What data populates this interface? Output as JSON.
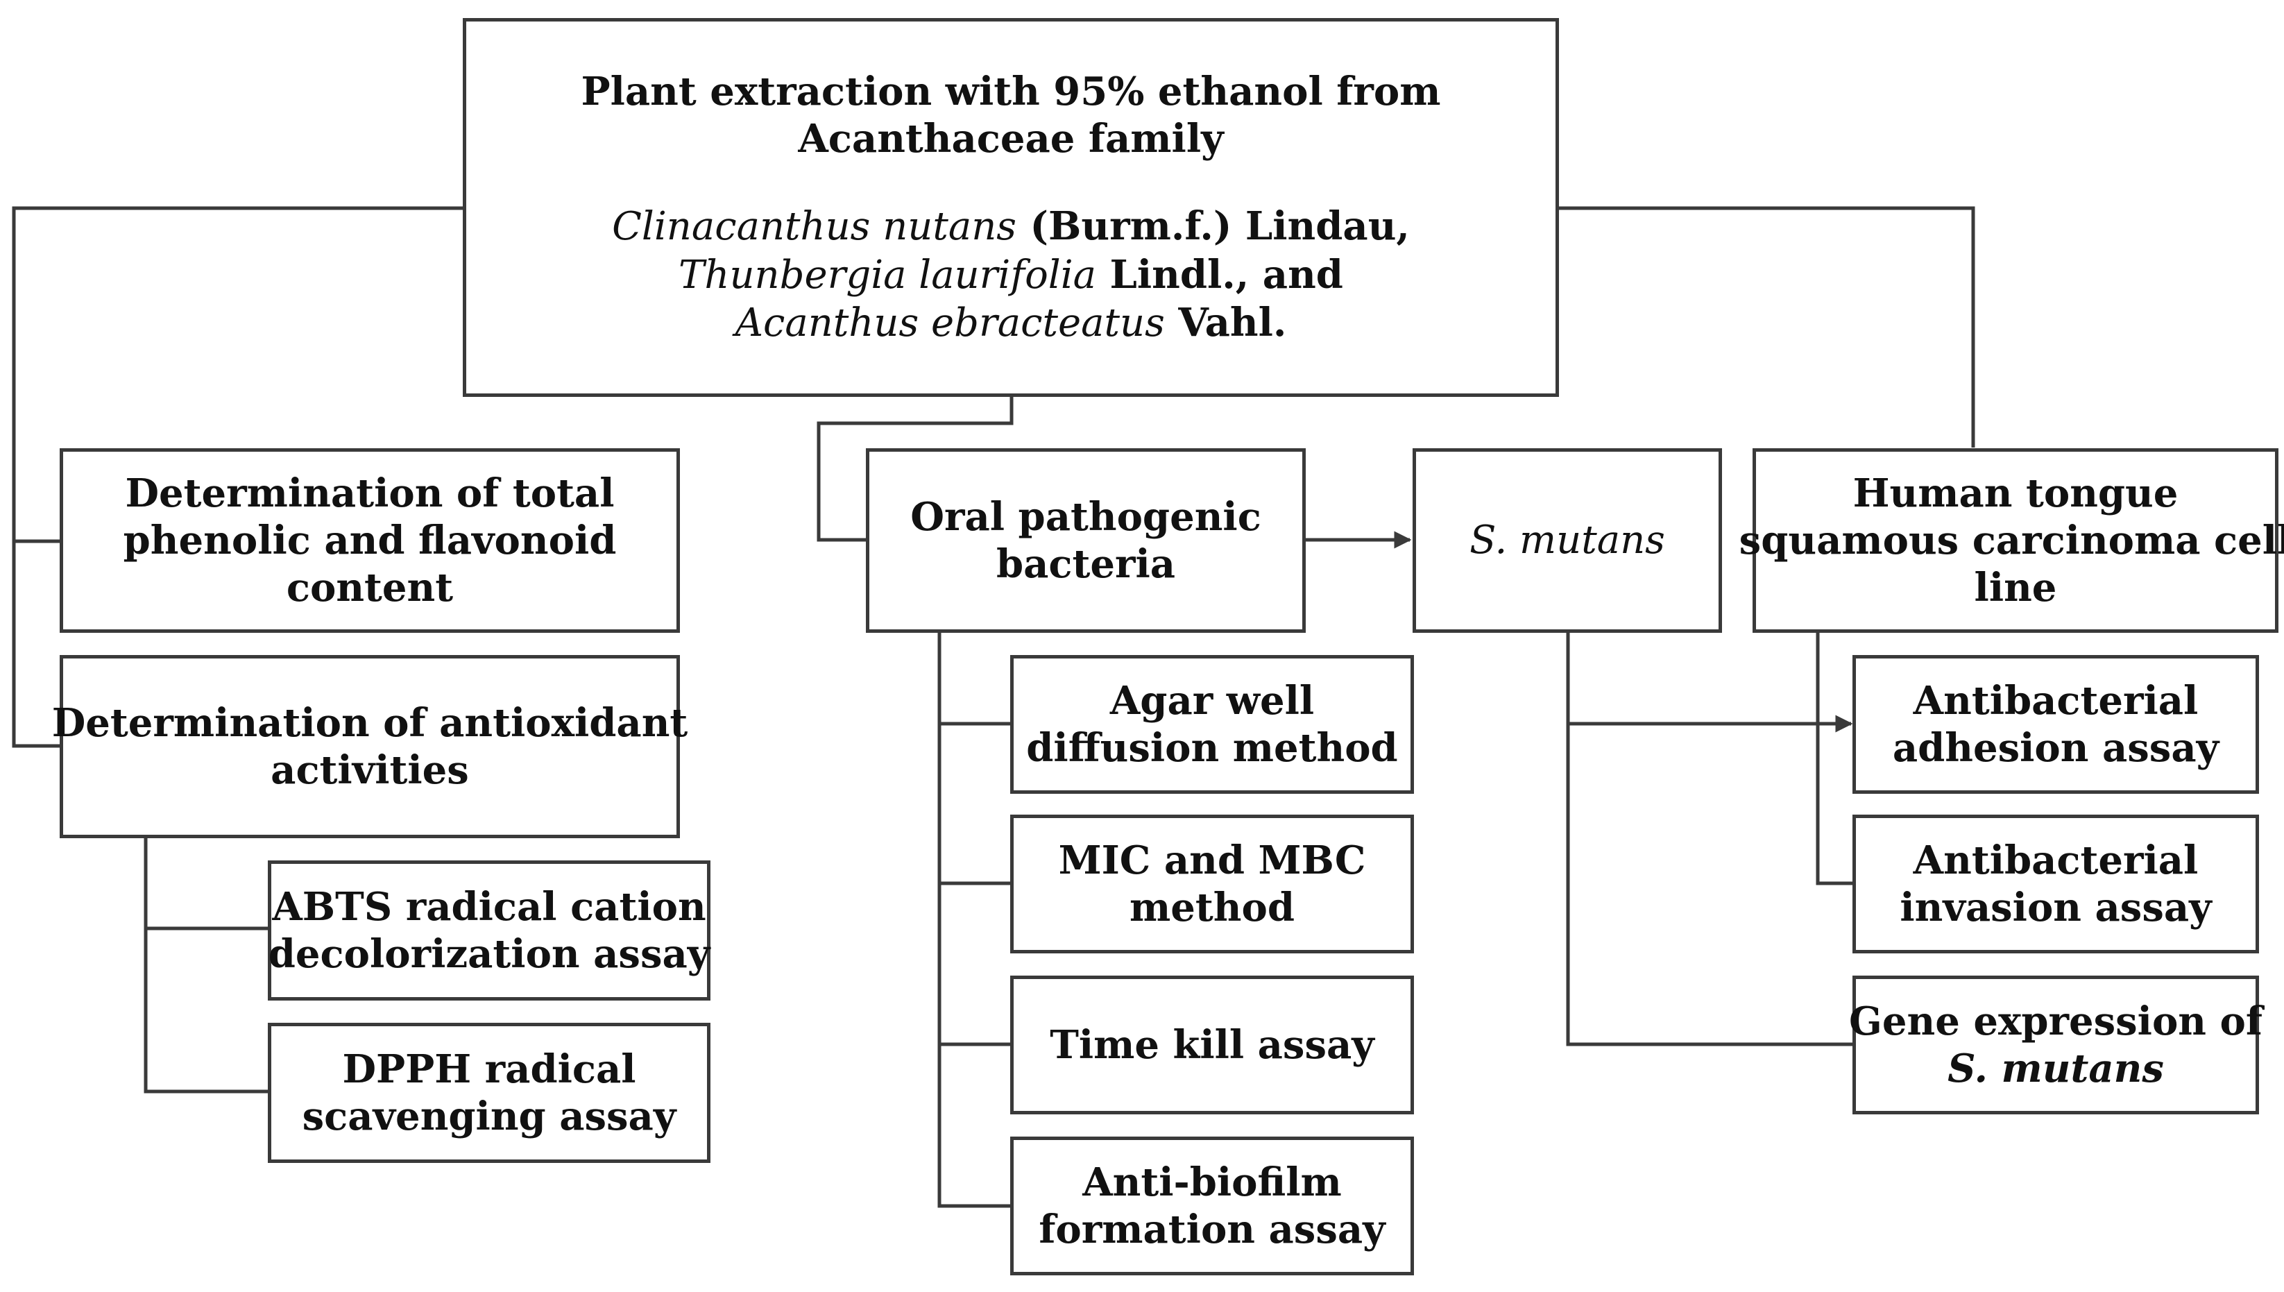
{
  "diagram": {
    "main": {
      "line1": "Plant extraction with 95% ethanol from",
      "line2": "Acanthaceae family",
      "species1_name": "Clinacanthus nutans",
      "species1_rest": " (Burm.f.) Lindau,",
      "species2_name": "Thunbergia laurifolia",
      "species2_rest": " Lindl., and",
      "species3_name": "Acanthus ebracteatus",
      "species3_rest": " Vahl."
    },
    "phenolic": [
      "Determination of total",
      "phenolic and flavonoid",
      "content"
    ],
    "antioxidant": [
      "Determination of antioxidant",
      "activities"
    ],
    "abts": [
      "ABTS radical cation",
      "decolorization assay"
    ],
    "dpph": [
      "DPPH radical",
      "scavenging assay"
    ],
    "oral": [
      "Oral pathogenic",
      "bacteria"
    ],
    "agar": [
      "Agar well",
      "diffusion method"
    ],
    "mic": [
      "MIC and MBC",
      "method"
    ],
    "timekill": [
      "Time kill assay"
    ],
    "biofilm": [
      "Anti-biofilm",
      "formation assay"
    ],
    "smutans": "S. mutans",
    "tongue": [
      "Human tongue",
      "squamous carcinoma cell",
      "line"
    ],
    "adhesion": [
      "Antibacterial",
      "adhesion assay"
    ],
    "invasion": [
      "Antibacterial",
      "invasion assay"
    ],
    "gene": {
      "line1": "Gene expression of",
      "line2": "S. mutans"
    },
    "colors": {
      "line": "#3a3a3a",
      "text": "#111111",
      "background": "#ffffff"
    }
  }
}
